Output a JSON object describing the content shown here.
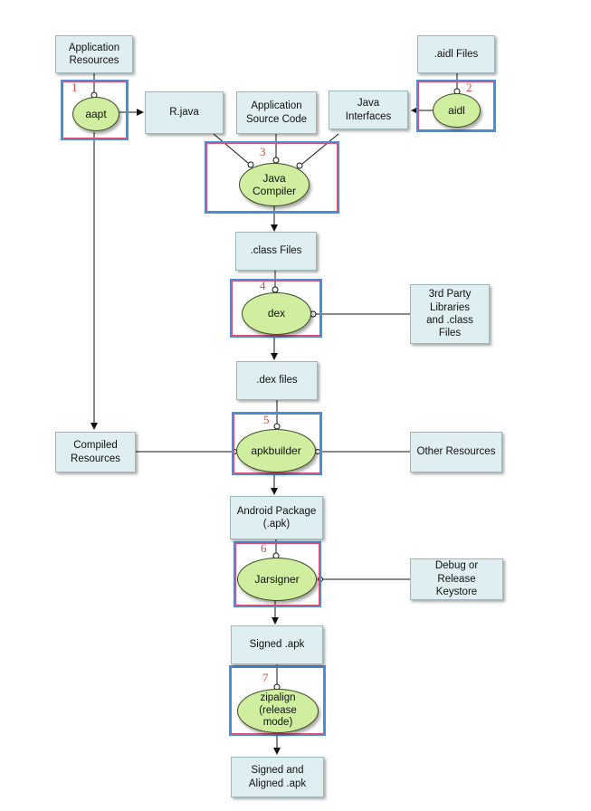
{
  "boxes": {
    "app_resources": "Application\nResources",
    "aidl_files": ".aidl Files",
    "rjava": "R.java",
    "app_source": "Application\nSource Code",
    "java_interfaces": "Java\nInterfaces",
    "class_files": ".class Files",
    "third_party": "3rd Party\nLibraries\nand .class\nFiles",
    "dex_files": ".dex files",
    "compiled_resources": "Compiled\nResources",
    "other_resources": "Other Resources",
    "android_package": "Android Package\n(.apk)",
    "keystore": "Debug or\nRelease\nKeystore",
    "signed_apk": "Signed .apk",
    "signed_aligned": "Signed and\nAligned .apk"
  },
  "tools": {
    "aapt": "aapt",
    "aidl": "aidl",
    "java_compiler": "Java\nCompiler",
    "dex": "dex",
    "apkbuilder": "apkbuilder",
    "jarsigner": "Jarsigner",
    "zipalign": "zipalign\n(release\nmode)"
  },
  "steps": [
    "1",
    "2",
    "3",
    "4",
    "5",
    "6",
    "7"
  ],
  "colors": {
    "frame": "#4a90d9",
    "tool_fill": "#cfeea0",
    "box_fill": "#dfeef0",
    "step_number": "#e0443a"
  }
}
